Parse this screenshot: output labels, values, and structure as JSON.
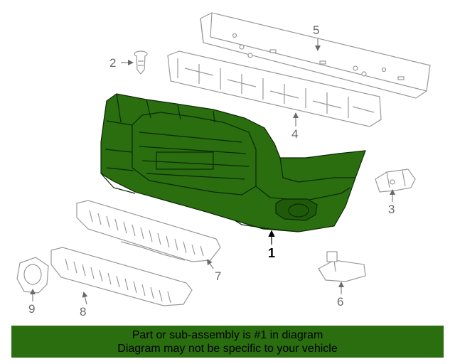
{
  "diagram": {
    "callouts": [
      {
        "id": "1",
        "label": "1"
      },
      {
        "id": "2",
        "label": "2"
      },
      {
        "id": "3",
        "label": "3"
      },
      {
        "id": "4",
        "label": "4"
      },
      {
        "id": "5",
        "label": "5"
      },
      {
        "id": "6",
        "label": "6"
      },
      {
        "id": "7",
        "label": "7"
      },
      {
        "id": "8",
        "label": "8"
      },
      {
        "id": "9",
        "label": "9"
      }
    ],
    "colors": {
      "highlight": "#2a6e0f",
      "highlight_stroke": "#0b2a04",
      "line_art": "#9a9a9a",
      "banner_bg": "#2a6e0f"
    }
  },
  "banner": {
    "line1": "Part or sub-assembly is #1 in diagram",
    "line2": "Diagram may not be specific to your vehicle"
  }
}
